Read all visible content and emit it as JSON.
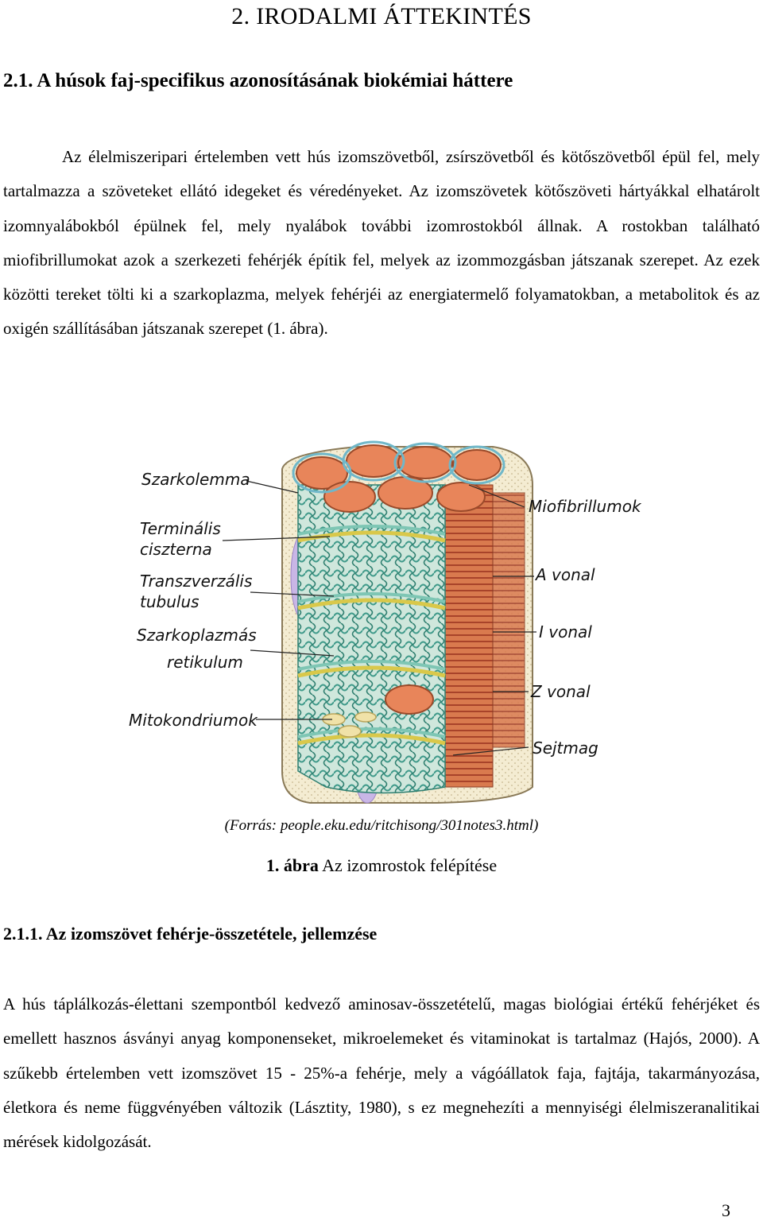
{
  "chapter_title": "2. IRODALMI ÁTTEKINTÉS",
  "section_title": "2.1. A húsok faj-specifikus azonosításának biokémiai háttere",
  "paragraph_1": "Az élelmiszeripari értelemben vett hús izomszövetből, zsírszövetből és kötőszövetből épül fel, mely tartalmazza a szöveteket ellátó idegeket és véredényeket. Az izomszövetek kötőszöveti hártyákkal elhatárolt izomnyalábokból épülnek fel, mely nyalábok további izomrostokból állnak. A rostokban található miofibrillumokat azok a szerkezeti fehérjék építik fel, melyek az izommozgásban játszanak szerepet. Az ezek közötti tereket tölti ki a szarkoplazma, melyek fehérjéi az energiatermelő folyamatokban, a metabolitok és az oxigén szállításában játszanak szerepet (1. ábra).",
  "figure": {
    "labels_left": [
      "Szarkolemma",
      "Terminális",
      "ciszterna",
      "Transzverzális",
      "tubulus",
      "Szarkoplazmás",
      "retikulum",
      "Mitokondriumok"
    ],
    "labels_right": [
      "Miofibrillumok",
      "A vonal",
      "I vonal",
      "Z vonal",
      "Sejtmag"
    ],
    "colors": {
      "myofibril": "#e8855a",
      "reticulum": "#3f9a8a",
      "tubule": "#d9c84a",
      "membrane": "#f4ecd2",
      "nucleus": "#c9b6e6"
    },
    "source": "(Forrás: people.eku.edu/ritchisong/301notes3.html)",
    "caption_number": "1. ábra",
    "caption_text": "Az izomrostok felépítése"
  },
  "subsection_title": "2.1.1. Az izomszövet fehérje-összetétele, jellemzése",
  "paragraph_2": "A hús táplálkozás-élettani szempontból kedvező aminosav-összetételű, magas biológiai értékű fehérjéket és emellett hasznos ásványi anyag komponenseket, mikroelemeket és vitaminokat is tartalmaz (Hajós, 2000). A szűkebb értelemben vett izomszövet 15 - 25%-a fehérje, mely a vágóállatok faja, fajtája, takarmányozása, életkora és neme függvényében változik (Lásztity, 1980), s ez megnehezíti a mennyiségi élelmiszeranalitikai mérések kidolgozását.",
  "page_number": "3"
}
